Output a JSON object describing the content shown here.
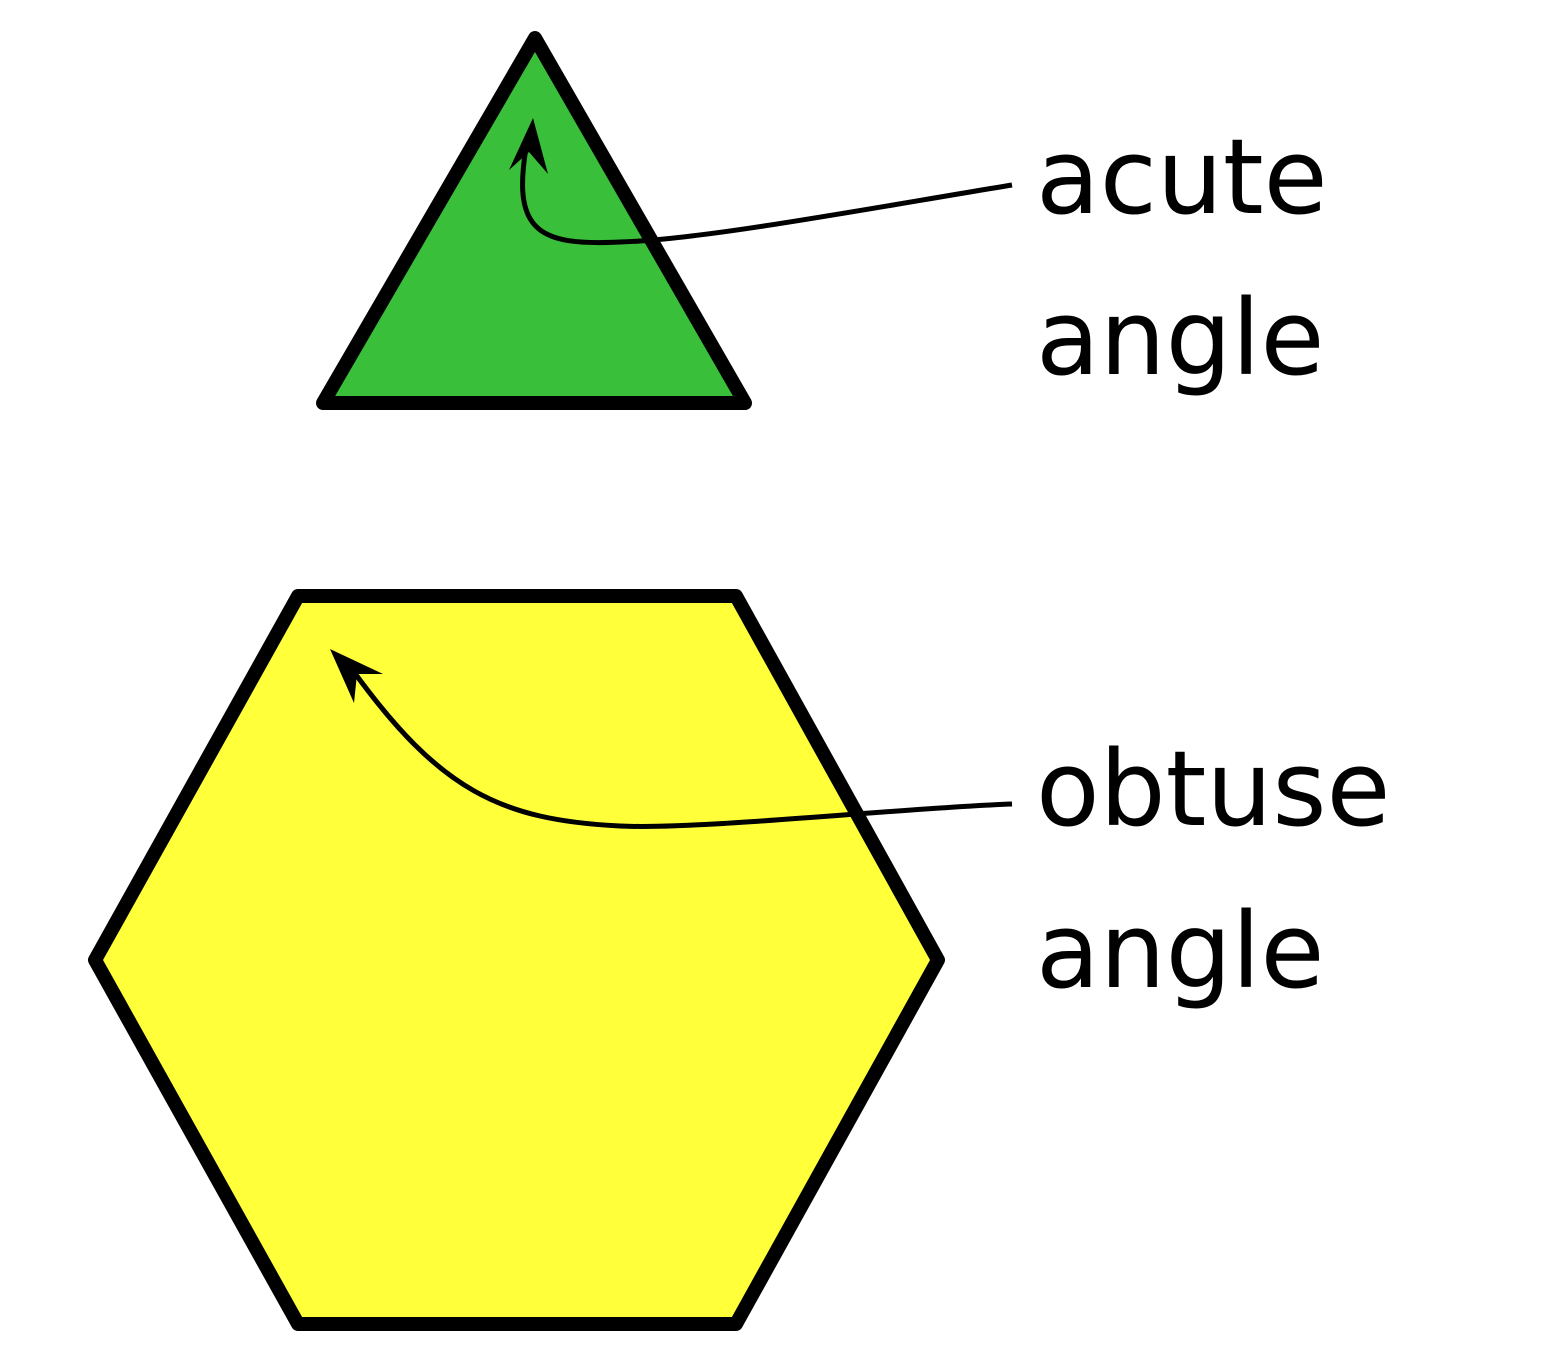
{
  "diagram": {
    "colors": {
      "triangle_fill": "#3ABF3A",
      "hexagon_fill": "#FFFF3A",
      "stroke": "#000000",
      "background": "#FFFFFF"
    },
    "shapes": [
      {
        "type": "triangle",
        "name": "equilateral-triangle",
        "fill": "#3ABF3A"
      },
      {
        "type": "hexagon",
        "name": "regular-hexagon",
        "fill": "#FFFF3A"
      }
    ],
    "labels": {
      "acute": {
        "line1": "acute",
        "line2": "angle"
      },
      "obtuse": {
        "line1": "obtuse",
        "line2": "angle"
      }
    }
  }
}
